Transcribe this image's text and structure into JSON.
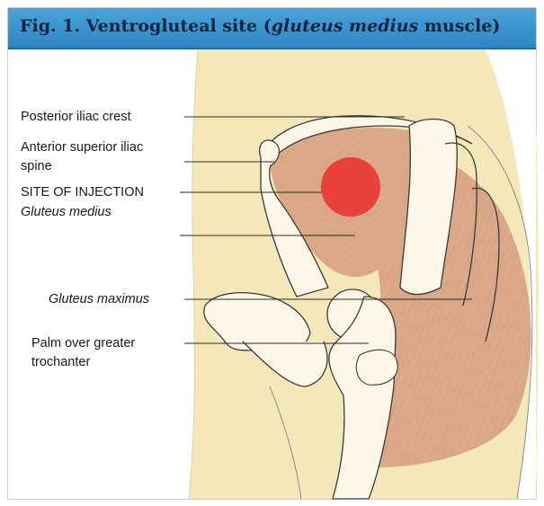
{
  "figure": {
    "title_prefix": "Fig. 1. Ventrogluteal site (",
    "title_italic": "gluteus medius",
    "title_suffix": " muscle)",
    "labels": {
      "posterior_iliac_crest": "Posterior iliac crest",
      "anterior_superior_iliac_line1": "Anterior superior iliac",
      "anterior_superior_iliac_line2": "spine",
      "site_of_injection": "SITE OF INJECTION",
      "gluteus_medius": "Gluteus medius",
      "gluteus_maximus": "Gluteus maximus",
      "palm_line1": "Palm over greater",
      "palm_line2": "trochanter"
    },
    "colors": {
      "banner": "#3b93cf",
      "skin": "#f5e8b8",
      "muscle": "#dba98a",
      "bone": "#fbf6e6",
      "injection_site": "#e8413a"
    }
  }
}
